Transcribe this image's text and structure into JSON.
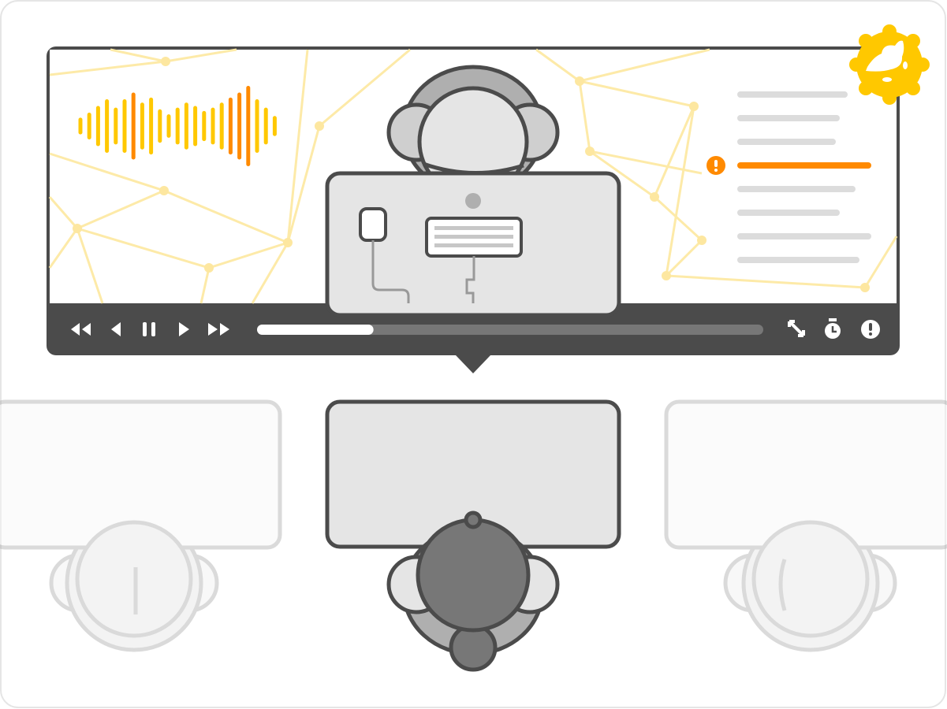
{
  "player": {
    "progress_fraction": 0.23,
    "controls": [
      "rewind-icon",
      "previous-icon",
      "pause-icon",
      "play-icon",
      "fast-forward-icon"
    ],
    "right_controls": [
      "expand-icon",
      "stopwatch-icon",
      "alert-icon"
    ]
  },
  "badge": {
    "icon": "bird-seal-icon"
  },
  "colors": {
    "accent_yellow": "#ffc800",
    "accent_orange": "#ff8a00",
    "player_bar": "#4b4b4b",
    "outline": "#4b4b4b",
    "network_lines": "#fdeaa8"
  },
  "waveform": {
    "levels": [
      0.25,
      0.4,
      0.6,
      0.8,
      0.55,
      0.8,
      1.0,
      0.7,
      0.85,
      0.5,
      0.35,
      0.55,
      0.7,
      0.6,
      0.45,
      0.55,
      0.7,
      0.85,
      1.0,
      1.2,
      0.8,
      0.55,
      0.3
    ],
    "highlighted": [
      6,
      17,
      18,
      19
    ]
  },
  "list": {
    "lines": 8,
    "highlighted_index": 3,
    "highlight_icon": "alert-icon"
  }
}
